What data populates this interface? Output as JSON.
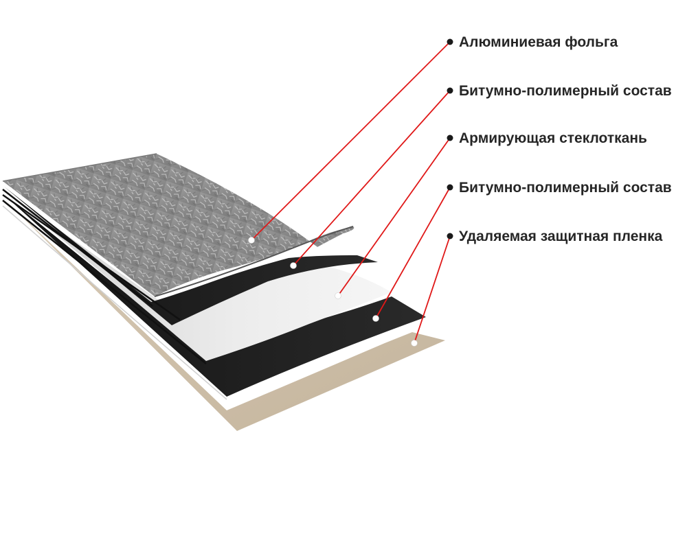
{
  "diagram": {
    "layers": [
      {
        "id": "aluminum-foil",
        "label": "Алюминиевая фольга"
      },
      {
        "id": "bitumen-upper",
        "label": "Битумно-полимерный состав"
      },
      {
        "id": "fiberglass",
        "label": "Армирующая стеклоткань"
      },
      {
        "id": "bitumen-lower",
        "label": "Битумно-полимерный состав"
      },
      {
        "id": "release-film",
        "label": "Удаляемая защитная пленка"
      }
    ],
    "colors": {
      "leader": "#e01818",
      "foil": "#8f8f8f",
      "bitumen": "#1c1c1c",
      "fiberglass": "#e6e6e6",
      "film": "#cfc1ad",
      "label_text": "#262626"
    }
  }
}
